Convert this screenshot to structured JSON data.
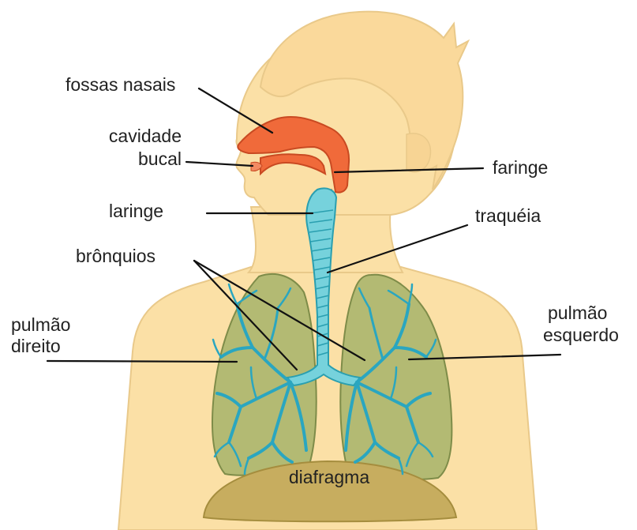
{
  "labels": {
    "fossas_nasais": "fossas nasais",
    "cavidade_1": "cavidade",
    "cavidade_2": "bucal",
    "laringe": "laringe",
    "bronquios": "brônquios",
    "pulmao_direito_1": "pulmão",
    "pulmao_direito_2": "direito",
    "faringe": "faringe",
    "traqueia": "traquéia",
    "pulmao_esquerdo_1": "pulmão",
    "pulmao_esquerdo_2": "esquerdo",
    "diafragma": "diafragma"
  },
  "colors": {
    "skin": "#fbe0a6",
    "skin_outline": "#e9c98a",
    "hair": "#fad99b",
    "airway_upper": "#f06a3a",
    "airway_upper_outline": "#c94a22",
    "trachea": "#76d2dc",
    "trachea_outline": "#2a9fb0",
    "bronchi": "#2aa6c0",
    "lung_fill": "#a9b46c",
    "lung_outline": "#7e8c49",
    "diaphragm": "#c7ad5f",
    "diaphragm_outline": "#a58d3e",
    "text": "#222222",
    "leader_line": "#111111"
  },
  "icons": {
    "figure": "human-torso-icon",
    "nasal": "nasal-cavity-icon",
    "mouth": "oral-cavity-icon",
    "trachea": "trachea-icon",
    "lung_right": "right-lung-icon",
    "lung_left": "left-lung-icon",
    "diaphragm": "diaphragm-icon"
  }
}
